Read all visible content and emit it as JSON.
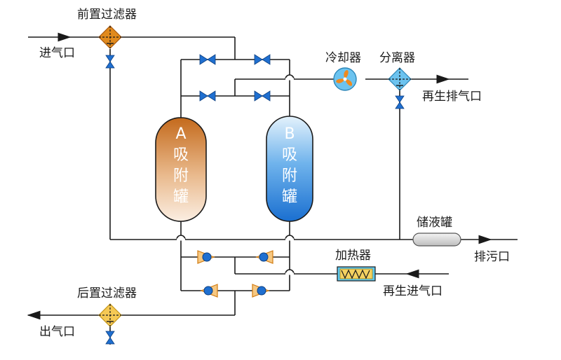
{
  "labels": {
    "pre_filter": "前置过滤器",
    "inlet": "进气口",
    "cooler": "冷却器",
    "separator": "分离器",
    "regen_exhaust": "再生排气口",
    "vessel_a": [
      "A",
      "吸",
      "附",
      "罐"
    ],
    "vessel_b": [
      "B",
      "吸",
      "附",
      "罐"
    ],
    "storage_tank": "储液罐",
    "drain": "排污口",
    "heater": "加热器",
    "regen_inlet": "再生进气口",
    "post_filter": "后置过滤器",
    "outlet": "出气口"
  },
  "colors": {
    "vessel_a_top": "#c46a1c",
    "vessel_a_bottom": "#fbeee2",
    "vessel_b_top": "#d8ecfb",
    "vessel_b_bottom": "#1a6fd0",
    "pre_filter": "#e08a1e",
    "post_filter": "#f5c955",
    "separator": "#6cc3ef",
    "cooler": "#f08a1e",
    "valve": "#1f6fd0",
    "check_valve": "#f0a020",
    "heater": "#5ec8ef"
  }
}
